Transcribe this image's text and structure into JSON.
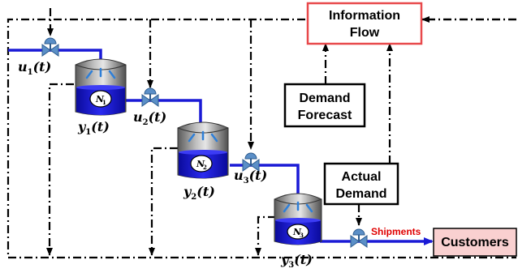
{
  "boxes": {
    "information_flow": {
      "line1": "Information",
      "line2": "Flow"
    },
    "demand_forecast": {
      "line1": "Demand",
      "line2": "Forecast"
    },
    "actual_demand": {
      "line1": "Actual",
      "line2": "Demand"
    },
    "customers": {
      "label": "Customers"
    }
  },
  "tanks": [
    {
      "node": "N",
      "node_sub": "1",
      "level": "y",
      "level_sub": "1",
      "level_arg": "(t)"
    },
    {
      "node": "N",
      "node_sub": "2",
      "level": "y",
      "level_sub": "2",
      "level_arg": "(t)"
    },
    {
      "node": "N",
      "node_sub": "3",
      "level": "y",
      "level_sub": "3",
      "level_arg": "(t)"
    }
  ],
  "valves": [
    {
      "sym": "u",
      "sub": "1",
      "arg": "(t)"
    },
    {
      "sym": "u",
      "sub": "2",
      "arg": "(t)"
    },
    {
      "sym": "u",
      "sub": "3",
      "arg": "(t)"
    }
  ],
  "shipments_label": "Shipments",
  "colors": {
    "pipe": "#1a1ad6",
    "info_box_border": "#e8494b",
    "customers_fill": "#f9d0d0",
    "shipments_text": "#e00000",
    "tank_liquid": "#1f1fd8",
    "tank_metal": "#8a8a8a",
    "valve": "#5b8fc7"
  }
}
